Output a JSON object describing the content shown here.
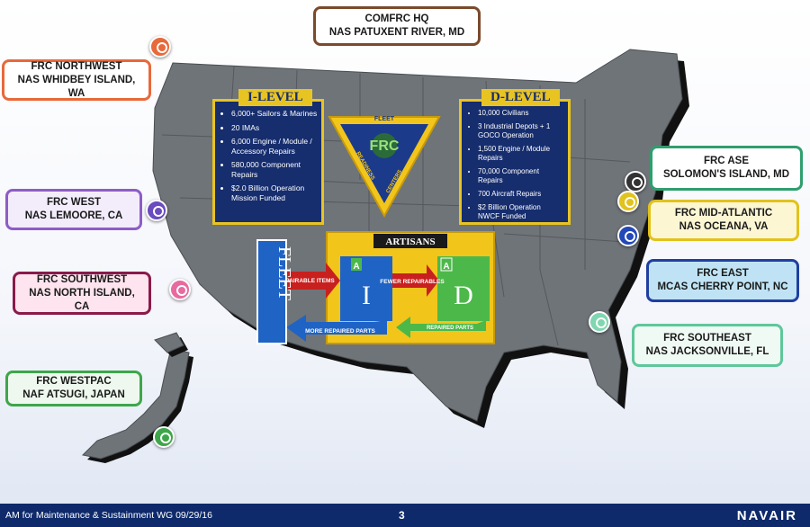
{
  "hq": {
    "line1": "COMFRC HQ",
    "line2": "NAS PATUXENT RIVER, MD"
  },
  "sites": [
    {
      "line1": "FRC NORTHWEST",
      "line2": "NAS WHIDBEY ISLAND, WA",
      "color": "#e8693a"
    },
    {
      "line1": "FRC WEST",
      "line2": "NAS LEMOORE, CA",
      "color": "#8e5cc7"
    },
    {
      "line1": "FRC SOUTHWEST",
      "line2": "NAS NORTH ISLAND, CA",
      "color": "#8a1a4a"
    },
    {
      "line1": "FRC WESTPAC",
      "line2": "NAF ATSUGI, JAPAN",
      "color": "#3ea64a"
    },
    {
      "line1": "FRC ASE",
      "line2": "SOLOMON'S ISLAND, MD",
      "color": "#2f9e6e"
    },
    {
      "line1": "FRC MID-ATLANTIC",
      "line2": "NAS OCEANA, VA",
      "color": "#e2c21c"
    },
    {
      "line1": "FRC EAST",
      "line2": "MCAS CHERRY POINT, NC",
      "color": "#1f3fa0"
    },
    {
      "line1": "FRC SOUTHEAST",
      "line2": "NAS JACKSONVILLE, FL",
      "color": "#5fc79a"
    }
  ],
  "pin_colors": {
    "northwest": "#e8693a",
    "west": "#6a4bc0",
    "southwest": "#e86aa0",
    "westpac": "#3ea64a",
    "ase": "#333333",
    "midatlantic": "#e2c21c",
    "east": "#2348b8",
    "southeast": "#7fd6b0"
  },
  "i_level": {
    "title": "I-LEVEL",
    "items": [
      "6,000+ Sailors & Marines",
      "20 IMAs",
      "6,000 Engine / Module / Accessory Repairs",
      "580,000 Component Repairs",
      "$2.0 Billion Operation Mission Funded"
    ]
  },
  "d_level": {
    "title": "D-LEVEL",
    "items": [
      "10,000 Civilians",
      "3 Industrial Depots + 1 GOCO Operation",
      "1,500 Engine / Module Repairs",
      "70,000 Component Repairs",
      "700 Aircraft Repairs",
      "$2 Billion Operation NWCF Funded"
    ]
  },
  "emblem": {
    "top": "FLEET",
    "center": "FRC",
    "left": "READINESS",
    "right": "CENTERS"
  },
  "flow": {
    "fleet": "FLEET",
    "artisans": "ARTISANS",
    "i": "I",
    "d": "D",
    "a": "A",
    "repairable_items": "REPAIRABLE ITEMS",
    "fewer_repairables": "FEWER REPAIRABLES",
    "more_repaired_parts": "MORE REPAIRED PARTS",
    "repaired_parts": "REPAIRED PARTS"
  },
  "footer": {
    "left": "AM for Maintenance & Sustainment WG 09/29/16",
    "page": "3",
    "logo": "NAVAIR"
  }
}
